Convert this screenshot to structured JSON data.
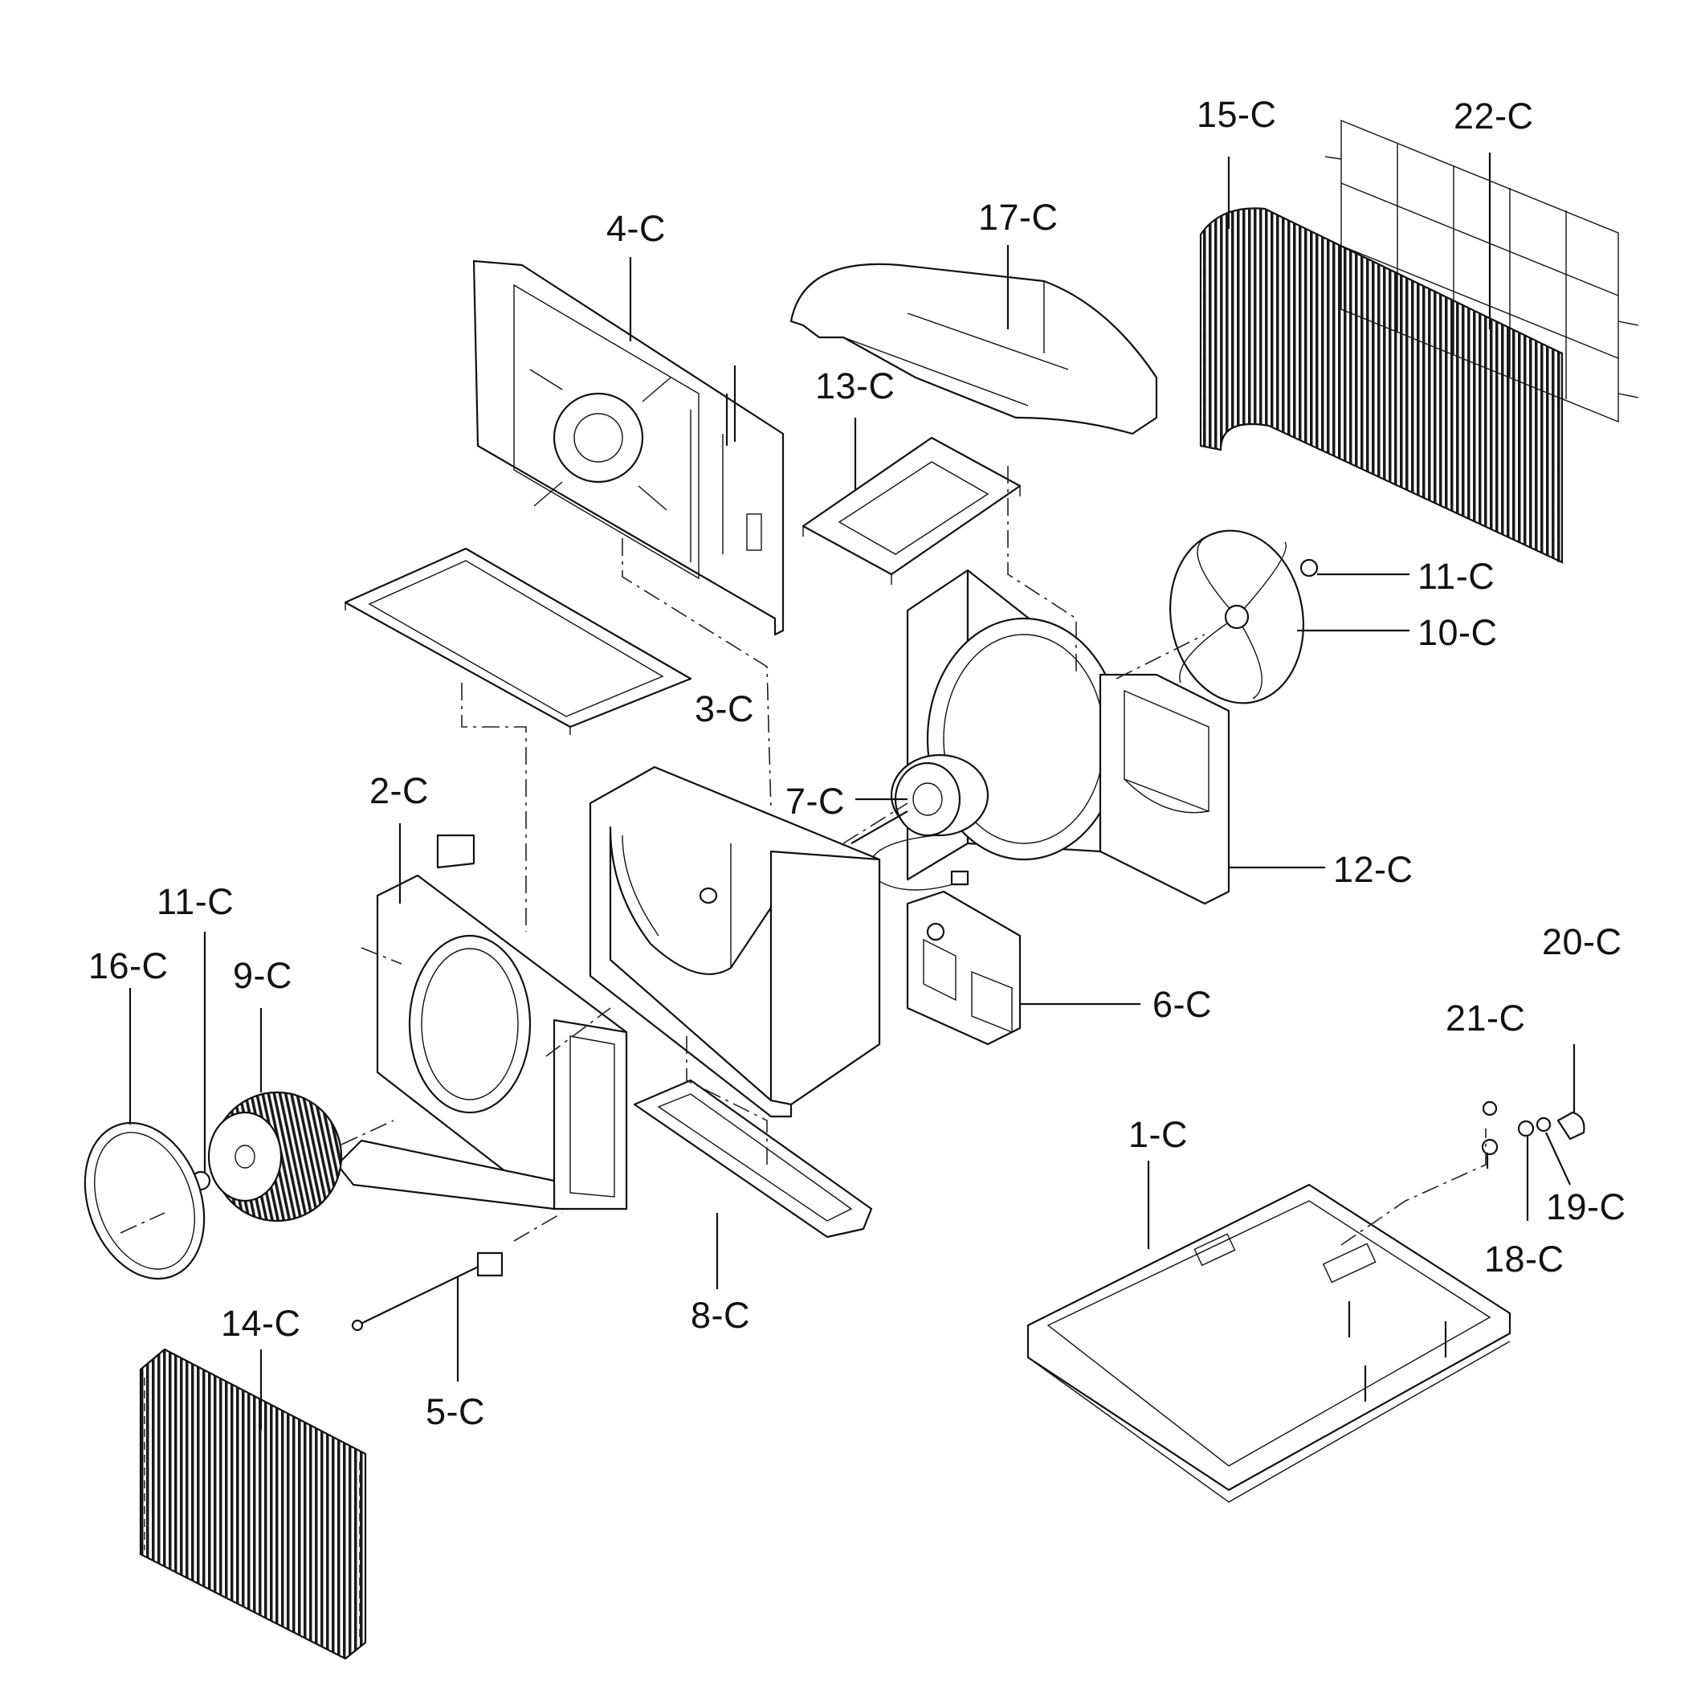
{
  "diagram": {
    "callouts": [
      {
        "id": "1-C",
        "text": "1-C"
      },
      {
        "id": "2-C",
        "text": "2-C"
      },
      {
        "id": "3-C",
        "text": "3-C"
      },
      {
        "id": "4-C",
        "text": "4-C"
      },
      {
        "id": "5-C",
        "text": "5-C"
      },
      {
        "id": "6-C",
        "text": "6-C"
      },
      {
        "id": "7-C",
        "text": "7-C"
      },
      {
        "id": "8-C",
        "text": "8-C"
      },
      {
        "id": "9-C",
        "text": "9-C"
      },
      {
        "id": "10-C",
        "text": "10-C"
      },
      {
        "id": "11-C-right",
        "text": "11-C"
      },
      {
        "id": "11-C-left",
        "text": "11-C"
      },
      {
        "id": "12-C",
        "text": "12-C"
      },
      {
        "id": "13-C",
        "text": "13-C"
      },
      {
        "id": "14-C",
        "text": "14-C"
      },
      {
        "id": "15-C",
        "text": "15-C"
      },
      {
        "id": "16-C",
        "text": "16-C"
      },
      {
        "id": "17-C",
        "text": "17-C"
      },
      {
        "id": "18-C",
        "text": "18-C"
      },
      {
        "id": "19-C",
        "text": "19-C"
      },
      {
        "id": "20-C",
        "text": "20-C"
      },
      {
        "id": "21-C",
        "text": "21-C"
      },
      {
        "id": "22-C",
        "text": "22-C"
      }
    ]
  }
}
